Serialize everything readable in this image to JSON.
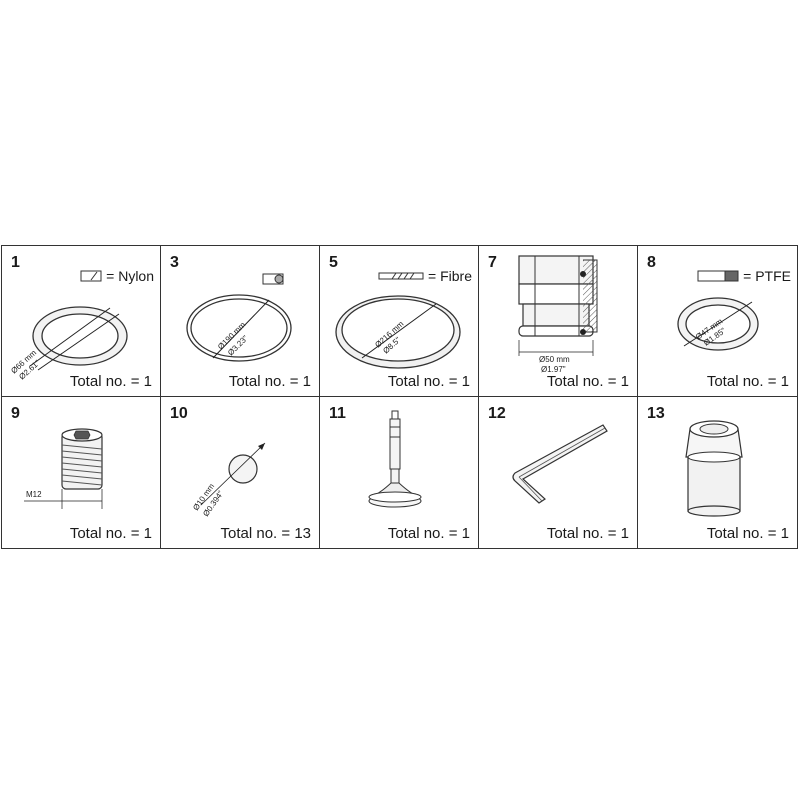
{
  "parts": [
    {
      "number": "1",
      "material": "= Nylon",
      "dims": [
        "Ø66 mm",
        "Ø2.61\""
      ],
      "total": "Total no. = 1"
    },
    {
      "number": "3",
      "material": "",
      "dims": [
        "Ø190 mm",
        "Ø3.23\""
      ],
      "total": "Total no. = 1"
    },
    {
      "number": "5",
      "material": "= Fibre",
      "dims": [
        "Ø216 mm",
        "Ø8.5\""
      ],
      "total": "Total no. = 1"
    },
    {
      "number": "7",
      "material": "",
      "dims": [
        "Ø50 mm",
        "Ø1.97\""
      ],
      "total": "Total no. = 1"
    },
    {
      "number": "8",
      "material": "= PTFE",
      "dims": [
        "Ø47 mm",
        "Ø1.85\""
      ],
      "total": "Total no. = 1"
    },
    {
      "number": "9",
      "material": "",
      "dims": [
        "M12"
      ],
      "total": "Total no. = 1"
    },
    {
      "number": "10",
      "material": "",
      "dims": [
        "Ø10 mm",
        "Ø0.394\""
      ],
      "total": "Total no. = 13"
    },
    {
      "number": "11",
      "material": "",
      "dims": [],
      "total": "Total no. = 1"
    },
    {
      "number": "12",
      "material": "",
      "dims": [],
      "total": "Total no. = 1"
    },
    {
      "number": "13",
      "material": "",
      "dims": [],
      "total": "Total no. = 1"
    }
  ]
}
